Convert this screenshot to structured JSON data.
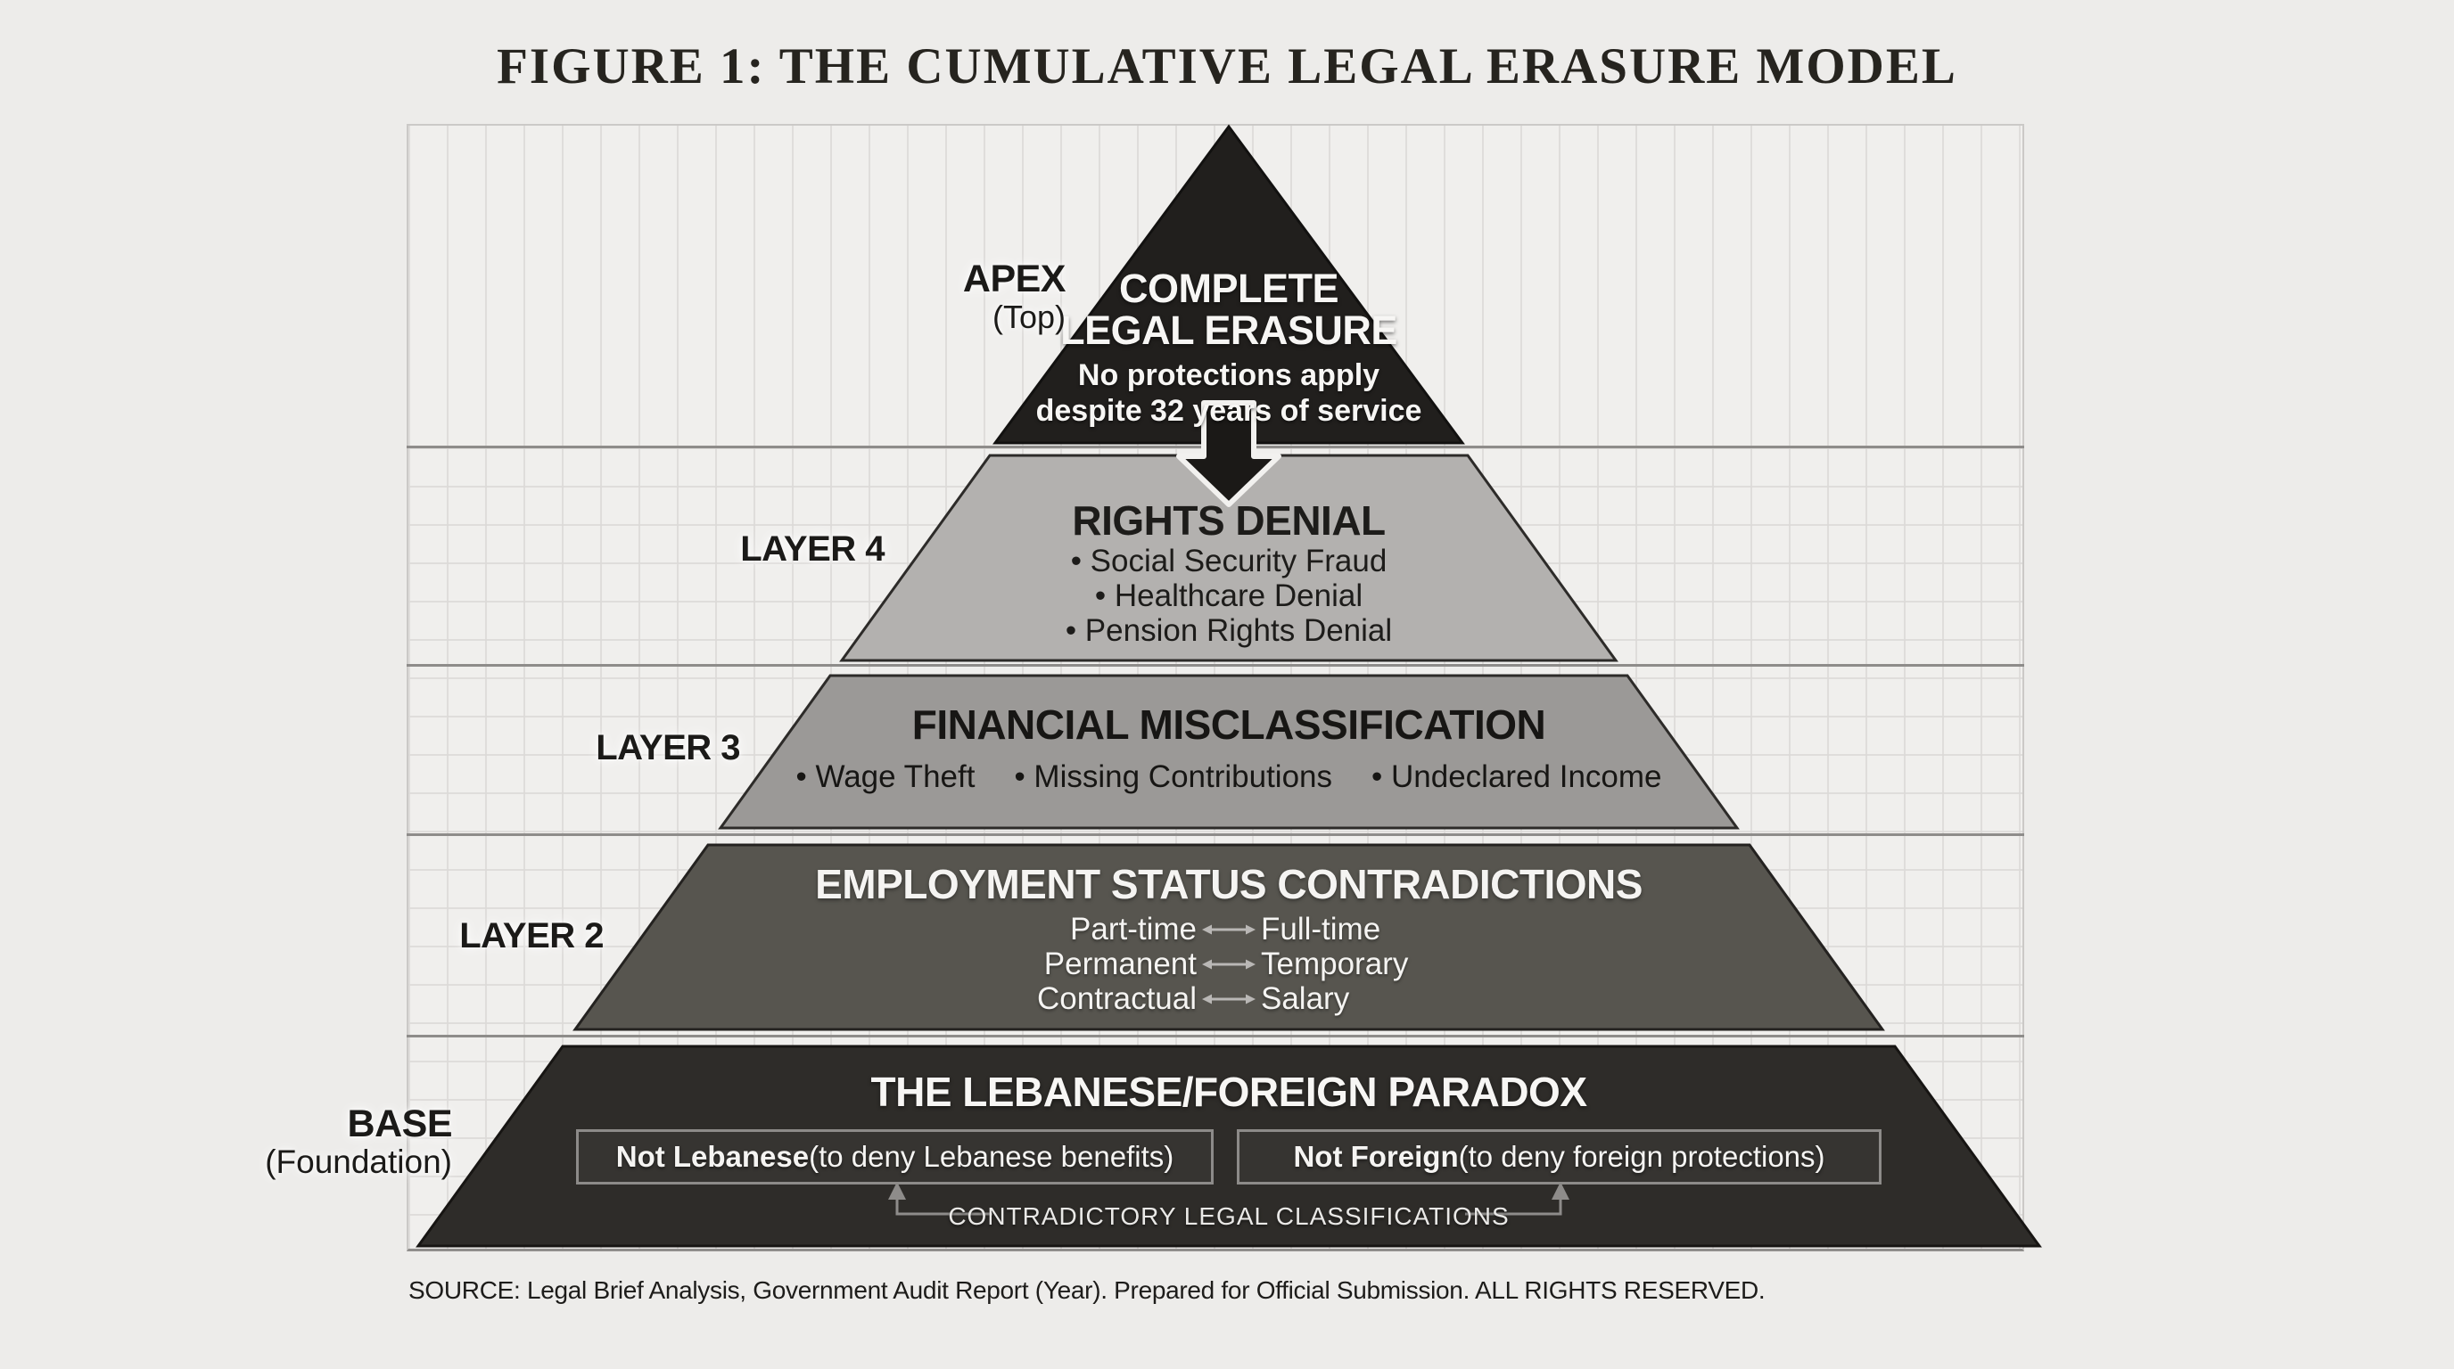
{
  "figure": {
    "title": "FIGURE 1: THE CUMULATIVE LEGAL ERASURE MODEL",
    "source": "SOURCE: Legal Brief Analysis, Government Audit Report (Year). Prepared for Official Submission. ALL RIGHTS RESERVED."
  },
  "side_labels": {
    "apex": "APEX",
    "apex_sub": "(Top)",
    "layer4": "LAYER 4",
    "layer3": "LAYER 3",
    "layer2": "LAYER 2",
    "base": "BASE",
    "base_sub": "(Foundation)"
  },
  "apex": {
    "title_line1": "COMPLETE",
    "title_line2": "LEGAL ERASURE",
    "subtitle_line1": "No protections apply",
    "subtitle_line2": "despite 32 years of service"
  },
  "layer4": {
    "title": "RIGHTS DENIAL",
    "bullets": [
      "• Social Security Fraud",
      "• Healthcare Denial",
      "• Pension Rights Denial"
    ]
  },
  "layer3": {
    "title": "FINANCIAL MISCLASSIFICATION",
    "bullets": [
      "• Wage Theft",
      "• Missing Contributions",
      "• Undeclared Income"
    ]
  },
  "layer2": {
    "title": "EMPLOYMENT STATUS CONTRADICTIONS",
    "pairs": [
      {
        "left": "Part-time",
        "right": "Full-time"
      },
      {
        "left": "Permanent",
        "right": "Temporary"
      },
      {
        "left": "Contractual",
        "right": "Salary"
      }
    ]
  },
  "base": {
    "title": "THE LEBANESE/FOREIGN PARADOX",
    "left_box_bold": "Not Lebanese",
    "left_box_rest": " (to deny Lebanese benefits)",
    "right_box_bold": "Not Foreign",
    "right_box_rest": " (to deny foreign protections)",
    "caption": "CONTRADICTORY LEGAL CLASSIFICATIONS"
  },
  "colors": {
    "background": "#edecea",
    "apex_fill": "#211f1d",
    "layer4_fill": "#b3b1af",
    "layer3_fill": "#9b9997",
    "layer2_fill": "#57554f",
    "base_fill": "#2e2c29",
    "boundary_line": "#8e8c8a",
    "arrow_fill": "#1b1917",
    "connector": "#8e8c8a",
    "text_light": "#f5f4f2",
    "text_dark": "#1c1b19"
  }
}
